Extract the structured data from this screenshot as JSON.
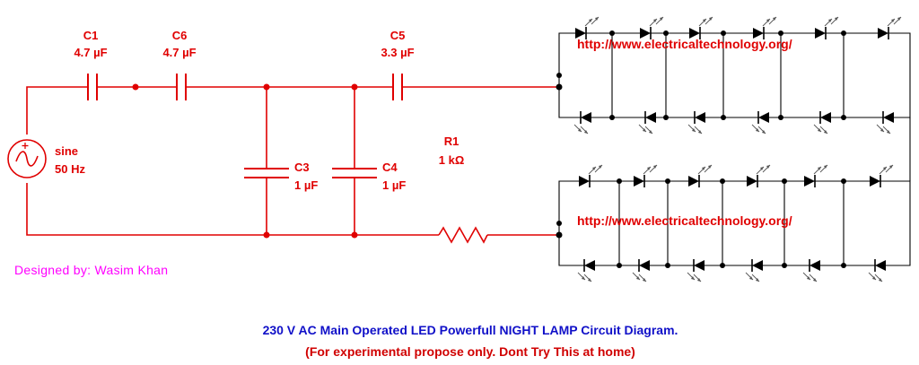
{
  "components": {
    "c1": {
      "name": "C1",
      "value": "4.7 µF"
    },
    "c6": {
      "name": "C6",
      "value": "4.7 µF"
    },
    "c5": {
      "name": "C5",
      "value": "3.3 µF"
    },
    "c3": {
      "name": "C3",
      "value": "1 µF"
    },
    "c4": {
      "name": "C4",
      "value": "1 µF"
    },
    "r1": {
      "name": "R1",
      "value": "1 kΩ"
    },
    "source": {
      "type": "sine",
      "frequency": "50 Hz"
    }
  },
  "watermark_top": "http://www.electricaltechnology.org/",
  "watermark_bottom": "http://www.electricaltechnology.org/",
  "designer": "Designed by: Wasim Khan",
  "title_line1": "230 V AC Main Operated LED Powerfull NIGHT LAMP Circuit Diagram.",
  "title_line2": "(For experimental propose only. Dont Try This at home)",
  "colors": {
    "circuit": "#e00000",
    "led": "#000000",
    "designer": "#ff00ff",
    "title": "#1010c8",
    "warning": "#d00000"
  },
  "icons": [
    "capacitor-symbol",
    "resistor-symbol",
    "ac-source-symbol",
    "led-symbol"
  ]
}
